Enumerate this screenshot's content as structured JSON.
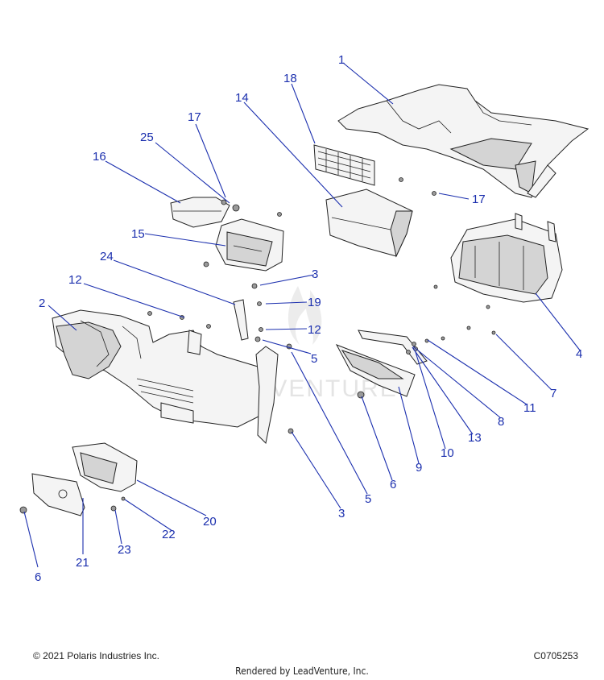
{
  "diagram": {
    "watermark": "LEADVENTURE",
    "callouts": [
      "1",
      "18",
      "14",
      "17",
      "25",
      "16",
      "15",
      "24",
      "3",
      "12",
      "2",
      "19",
      "12",
      "5",
      "17",
      "4",
      "7",
      "11",
      "8",
      "13",
      "10",
      "9",
      "6",
      "5",
      "3",
      "20",
      "22",
      "23",
      "21",
      "6"
    ]
  },
  "footer": {
    "copyright": "© 2021 Polaris Industries Inc.",
    "code": "C0705253",
    "rendered_by": "Rendered by LeadVenture, Inc."
  }
}
